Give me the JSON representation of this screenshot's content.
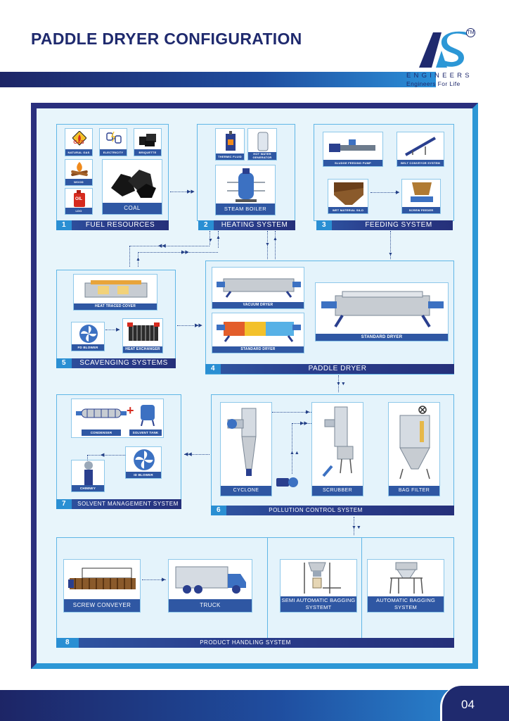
{
  "header": {
    "title": "PADDLE DRYER CONFIGURATION",
    "logo_tm": "TM",
    "logo_engineers": "ENGINEERS",
    "logo_tagline": "Engineers For Life"
  },
  "sections": {
    "fuel": {
      "num": "1",
      "title": "FUEL RESOURCES",
      "items": {
        "natural_gas": "NATURAL GAS",
        "gas_text": "GAS",
        "electricity": "ELECTRICITY",
        "briquette": "BRIQUETTE",
        "wood": "WOOD",
        "ldo": "LDO",
        "oil_text": "OIL",
        "coal": "COAL"
      }
    },
    "heating": {
      "num": "2",
      "title": "HEATING SYSTEM",
      "items": {
        "thermic_fluid": "THERMIC FLUID",
        "hot_water": "HOT WATER GENERATOR",
        "steam_boiler": "STEAM BOILER"
      }
    },
    "feeding": {
      "num": "3",
      "title": "FEEDING SYSTEM",
      "items": {
        "sludge_pump": "SLUDGE FEEDING PUMP",
        "belt_conveyor": "BELT CONVEYOR SYSTEM",
        "wet_silo": "WET MATERIAL SILO",
        "screw_feeder": "SCREW FEEDER"
      }
    },
    "paddle": {
      "num": "4",
      "title": "PADDLE DRYER",
      "items": {
        "vacuum_dryer": "VACUUM DRYER",
        "standard_dryer_small": "STANDARD DRYER",
        "standard_dryer_large": "STANDARD DRYER"
      }
    },
    "scavenging": {
      "num": "5",
      "title": "SCAVENGING SYSTEMS",
      "items": {
        "heat_traced_cover": "HEAT TRACED COVER",
        "fd_blower": "FD BLOWER",
        "heat_exchanger": "HEAT EXCHANGER"
      }
    },
    "pollution": {
      "num": "6",
      "title": "POLLUTION CONTROL SYSTEM",
      "items": {
        "cyclone": "CYCLONE",
        "scrubber": "SCRUBBER",
        "bag_filter": "BAG FILTER"
      }
    },
    "solvent": {
      "num": "7",
      "title": "SOLVENT MANAGEMENT SYSTEM",
      "items": {
        "condenser": "CONDENSER",
        "solvent_tank": "SOLVENT TANK",
        "chimney": "CHIMNEY",
        "id_blower": "ID BLOWER"
      }
    },
    "product": {
      "num": "8",
      "title": "PRODUCT HANDLING SYSTEM",
      "items": {
        "screw_conveyer": "SCREW CONVEYER",
        "truck": "TRUCK",
        "semi_auto_bagging": "SEMI AUTOMATIC BAGGING SYSTEMT",
        "auto_bagging": "AUTOMATIC BAGGING SYSTEM"
      }
    }
  },
  "footer": {
    "page_number": "04"
  },
  "colors": {
    "navy": "#1f2a6e",
    "blue": "#2f57a3",
    "light_blue": "#2c97d6",
    "panel_bg": "#e4f3fb"
  }
}
